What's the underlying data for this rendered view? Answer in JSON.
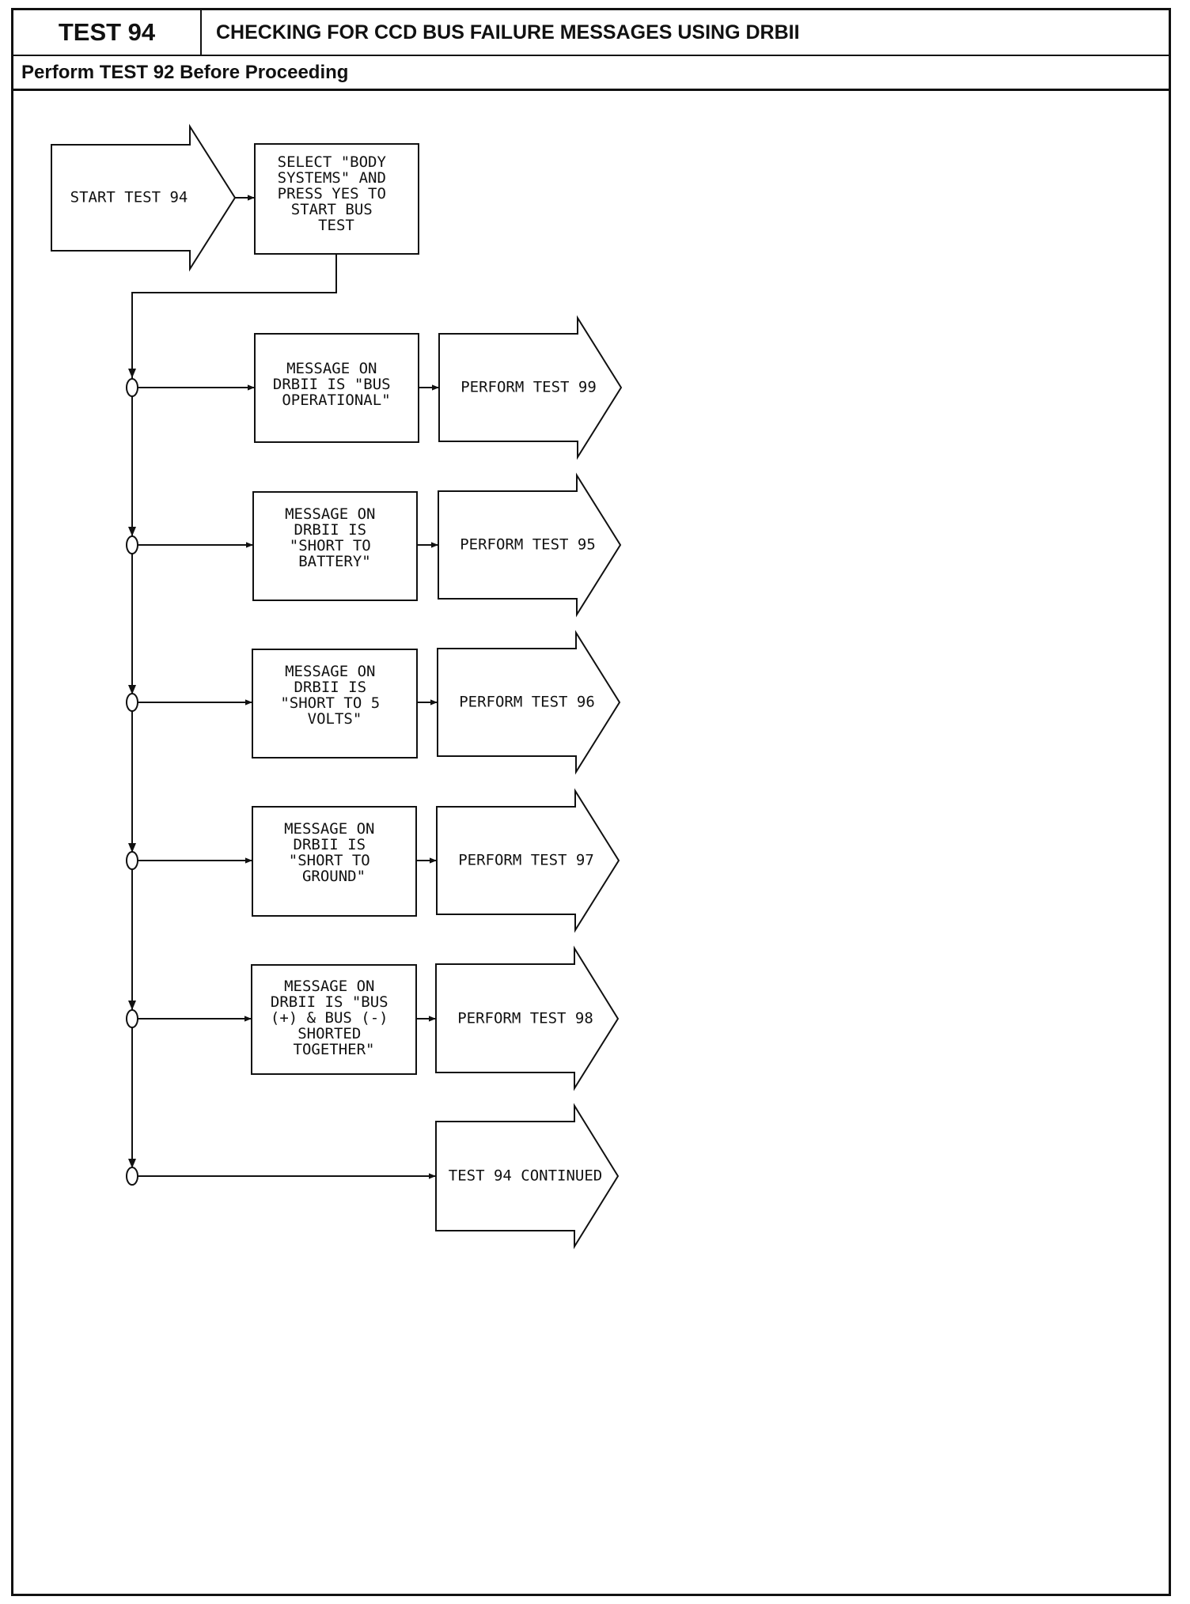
{
  "header": {
    "test_label": "TEST 94",
    "title": "CHECKING FOR CCD BUS FAILURE MESSAGES USING DRBII",
    "prerequisite": "Perform TEST 92 Before Proceeding"
  },
  "flow": {
    "start": "START TEST 94",
    "select_step": [
      "SELECT \"BODY",
      "SYSTEMS\" AND",
      "PRESS YES TO",
      "START BUS",
      "TEST"
    ],
    "branches": [
      {
        "message": [
          "MESSAGE ON",
          "DRBII IS \"BUS",
          "OPERATIONAL\""
        ],
        "action": "PERFORM TEST 99"
      },
      {
        "message": [
          "MESSAGE ON",
          "DRBII IS",
          "\"SHORT TO",
          "BATTERY\""
        ],
        "action": "PERFORM TEST 95"
      },
      {
        "message": [
          "MESSAGE ON",
          "DRBII IS",
          "\"SHORT TO 5",
          "VOLTS\""
        ],
        "action": "PERFORM TEST 96"
      },
      {
        "message": [
          "MESSAGE ON",
          "DRBII IS",
          "\"SHORT TO",
          "GROUND\""
        ],
        "action": "PERFORM TEST 97"
      },
      {
        "message": [
          "MESSAGE ON",
          "DRBII IS \"BUS",
          "(+) & BUS (-)",
          "SHORTED",
          "TOGETHER\""
        ],
        "action": "PERFORM TEST 98"
      }
    ],
    "continue": "TEST 94 CONTINUED"
  }
}
